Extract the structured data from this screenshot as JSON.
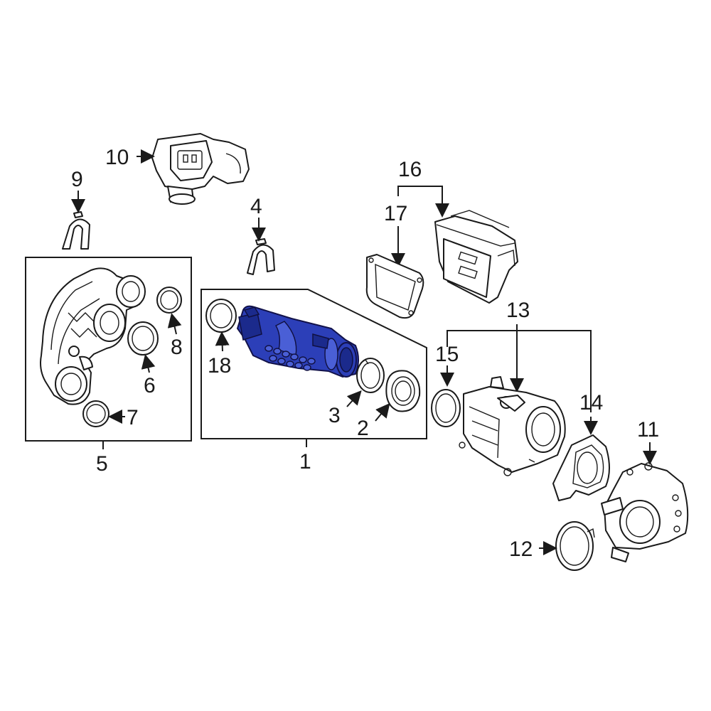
{
  "diagram": {
    "callouts": {
      "c1": "1",
      "c2": "2",
      "c3": "3",
      "c4": "4",
      "c5": "5",
      "c6": "6",
      "c7": "7",
      "c8": "8",
      "c9": "9",
      "c10": "10",
      "c11": "11",
      "c12": "12",
      "c13": "13",
      "c14": "14",
      "c15": "15",
      "c16": "16",
      "c17": "17",
      "c18": "18"
    },
    "highlighted_part": "1",
    "colors": {
      "highlight": "#2c3fb8",
      "line": "#1a1a1a",
      "background": "#ffffff"
    }
  }
}
